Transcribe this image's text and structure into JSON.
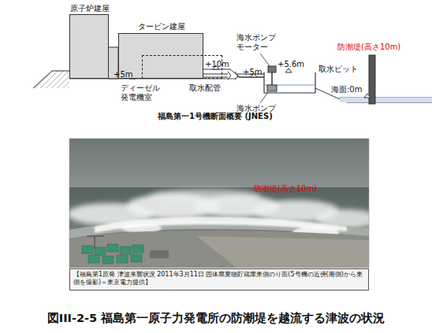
{
  "diagram": {
    "caption": "図III-2-5 福島第一原子力発電所の防潮堤を越流する津波の状況",
    "nodes": [
      {
        "text": [
          "原子炉建屋"
        ]
      },
      {
        "text": [
          "タービン建屋"
        ]
      },
      {
        "text": [
          "ディーゼル 発電機室"
        ]
      },
      {
        "text": [
          "【福島第1原発 津波来襲状況 2011年3月11日 固体廃棄物貯蔵庫東側のり面(5号機の近傍(南側)から東側を撮影)＝東京電力提供】"
        ]
      }
    ],
    "labels": [
      "+5m",
      "+10m",
      "+5m",
      "海水ポンプ モーター",
      "+5.6m",
      "海水ポンプ",
      "取水ピット",
      "取水配管",
      "防潮堤(高さ10m)",
      "海面:0m",
      "福島第一1号機断面概要 (JNES)",
      "防潮堤(高さ10m)"
    ]
  }
}
